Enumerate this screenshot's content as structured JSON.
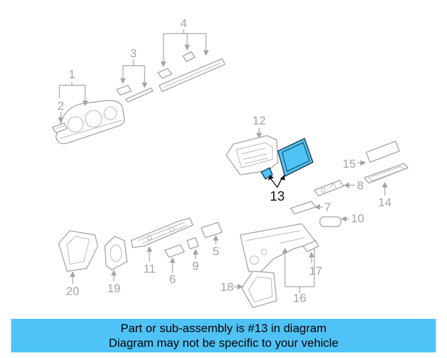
{
  "diagram": {
    "callouts": [
      "1",
      "2",
      "3",
      "4",
      "5",
      "6",
      "7",
      "8",
      "9",
      "10",
      "11",
      "12",
      "13",
      "14",
      "15",
      "16",
      "17",
      "18",
      "19",
      "20"
    ],
    "highlighted": "13",
    "colors": {
      "highlight": "#4fc3f7",
      "line": "#a3a3a3",
      "text_highlight": "#111111"
    }
  },
  "banner": {
    "line1": "Part or sub-assembly is #13 in diagram",
    "line2": "Diagram may not be specific to your vehicle",
    "color": "#4fc3f7"
  }
}
